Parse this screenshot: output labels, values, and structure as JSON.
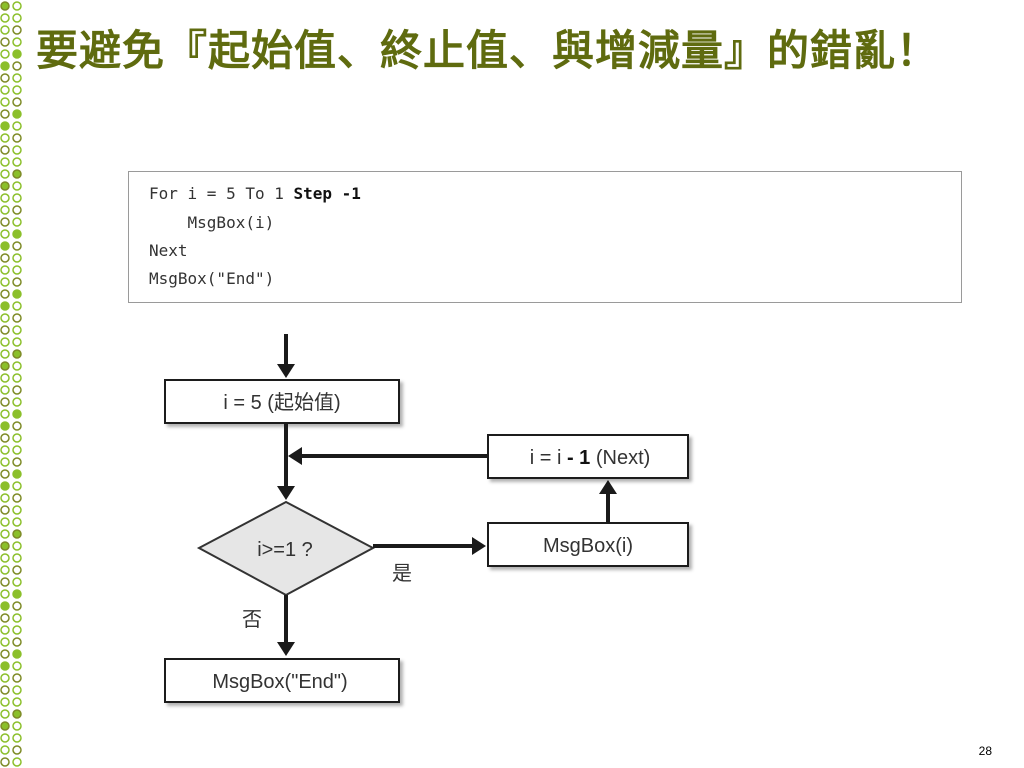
{
  "slide": {
    "title": "要避免『起始值、終止值、與增減量』的錯亂！",
    "page_number": "28"
  },
  "code": {
    "lines": [
      {
        "pre": "For i = 5 To 1 ",
        "bold": "Step -1"
      },
      {
        "pre": "    MsgBox(i)",
        "bold": ""
      },
      {
        "pre": "Next",
        "bold": ""
      },
      {
        "pre": "MsgBox(\"End\")",
        "bold": ""
      }
    ]
  },
  "flowchart": {
    "init_box": "i = 5 (起始值)",
    "decision": "i>=1 ?",
    "yes_label": "是",
    "no_label": "否",
    "msgbox_i": "MsgBox(i)",
    "step_box": {
      "pre": "i = i ",
      "bold": "- 1",
      "post": " (Next)"
    },
    "end_box": "MsgBox(\"End\")"
  },
  "colors": {
    "title": "#5f6b0f",
    "border_green": "#8bbf2a",
    "border_olive": "#7d8a26"
  }
}
